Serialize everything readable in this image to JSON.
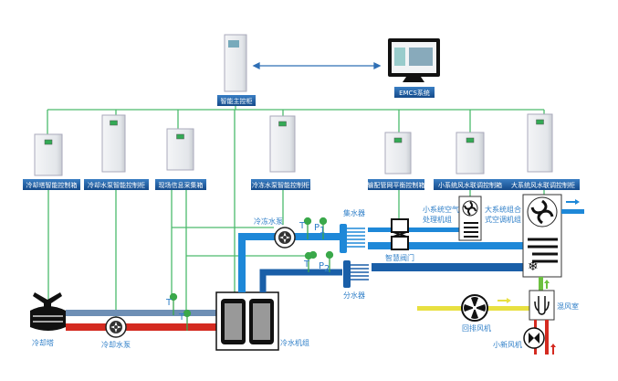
{
  "top": {
    "main_controller": "智能主控柜",
    "emcs": "EMCS系统"
  },
  "cabinets": [
    {
      "label": "冷却塔智能控制箱"
    },
    {
      "label": "冷却水泵智能控制柜"
    },
    {
      "label": "现场信息采集箱"
    },
    {
      "label": "冷冻水泵智能控制柜"
    },
    {
      "label": "输配管网平衡控制箱"
    },
    {
      "label": "小系统风水联调控制箱"
    },
    {
      "label": "大系统风水联调控制柜"
    }
  ],
  "equipment": {
    "cooling_tower": "冷却塔",
    "cooling_pump": "冷却水泵",
    "chiller": "冷水机组",
    "chilled_pump": "冷冻水泵",
    "collector": "集水器",
    "distributor": "分水器",
    "smart_valve": "智慧阀门",
    "small_ahu_1": "小系统空气",
    "small_ahu_2": "处理机组",
    "large_ahu_1": "大系统组合",
    "large_ahu_2": "式空调机组",
    "mixing_box": "混风室",
    "return_fan": "回排风机",
    "fresh_fan": "小新风机"
  },
  "sensors": {
    "t": "T",
    "p1": "P",
    "p1_sub": "1",
    "p2": "P",
    "p2_sub": "2"
  },
  "colors": {
    "bus": "#4cbb6c",
    "chilled_supply": "#1e88d8",
    "chilled_return": "#1a5fa8",
    "cooling_return": "#6e8fb5",
    "cooling_supply": "#d42a20",
    "exhaust": "#e8e040",
    "label_bg": "#1d5fa6"
  }
}
